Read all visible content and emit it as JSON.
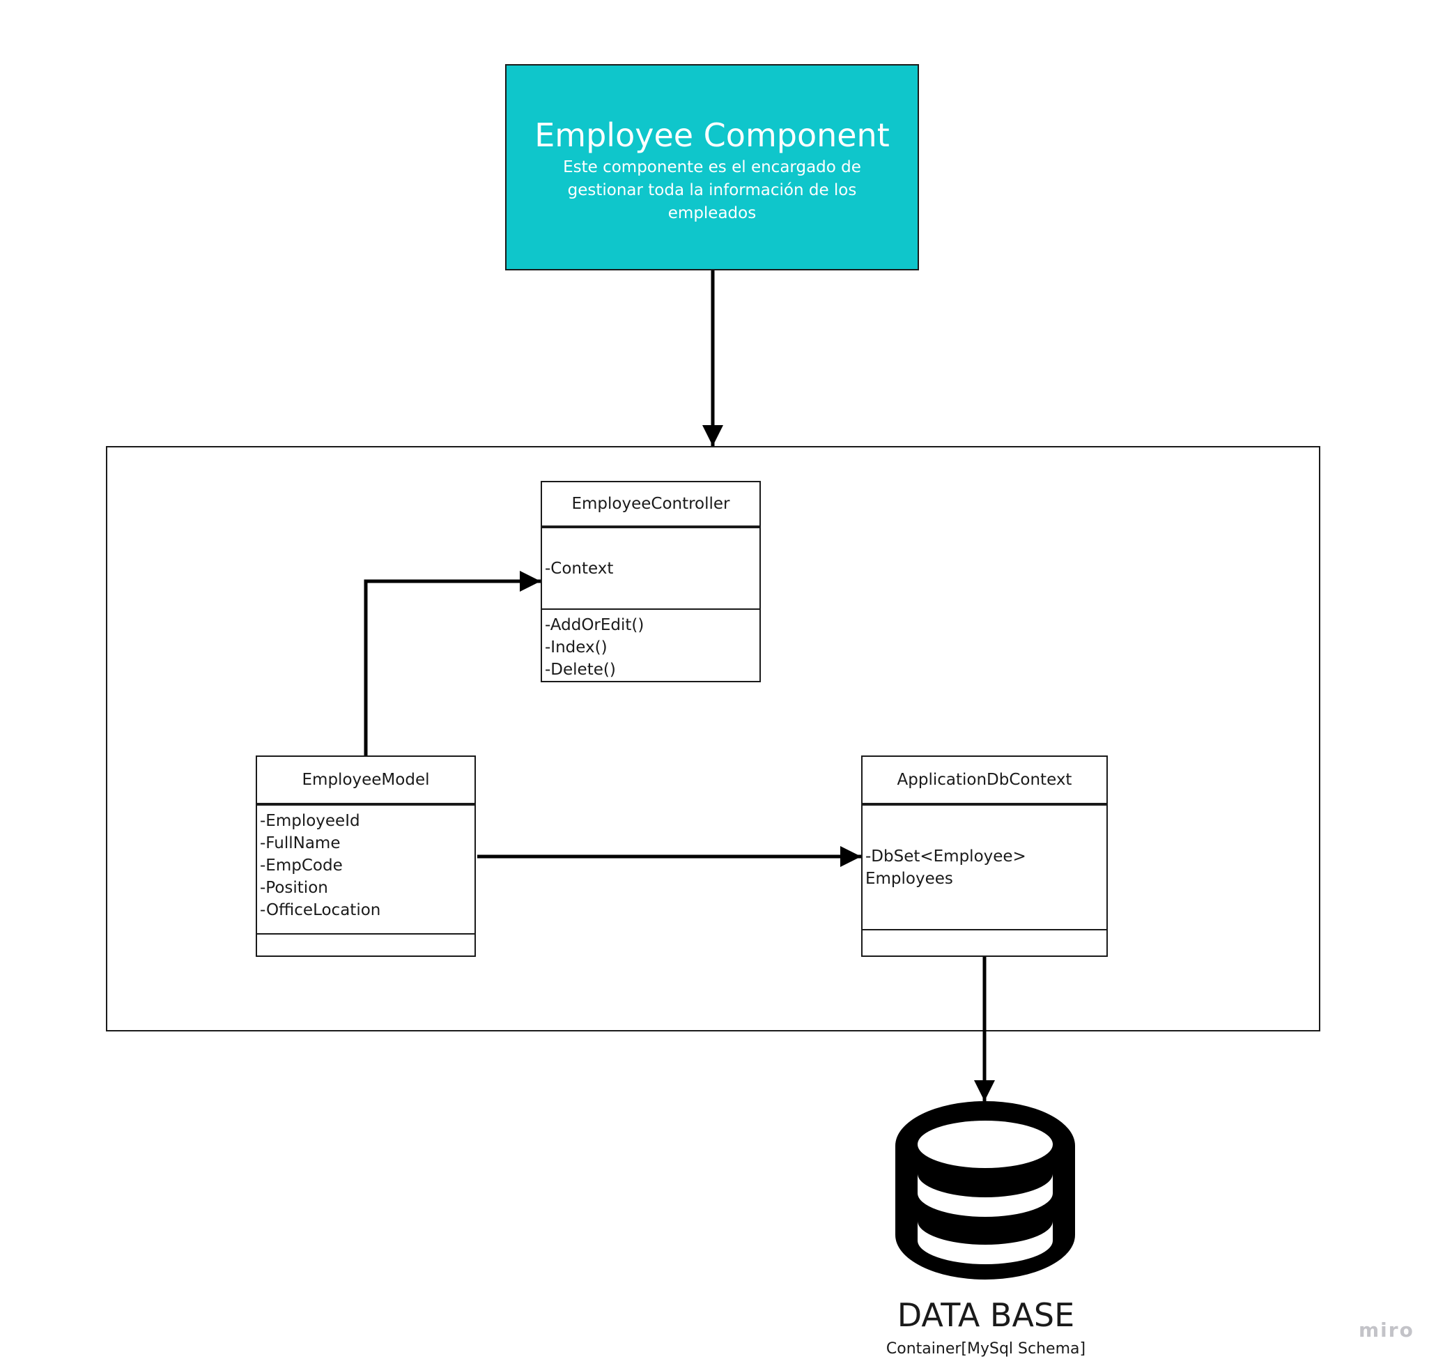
{
  "component": {
    "title": "Employee Component",
    "description_lines": [
      "Este componente es el encargado de",
      "gestionar toda la información de los",
      "empleados"
    ],
    "fill_color": "#0fc6cb"
  },
  "classes": {
    "controller": {
      "name": "EmployeeController",
      "attributes": [
        "-Context"
      ],
      "operations": [
        "-AddOrEdit()",
        "-Index()",
        "-Delete()"
      ]
    },
    "model": {
      "name": "EmployeeModel",
      "attributes": [
        "-EmployeeId",
        "-FullName",
        "-EmpCode",
        "-Position",
        "-OfficeLocation"
      ],
      "operations": []
    },
    "db_context": {
      "name": "ApplicationDbContext",
      "attributes": [
        "-DbSet<Employee> Employees"
      ],
      "operations": []
    }
  },
  "database": {
    "icon": "database-icon",
    "title": "DATA BASE",
    "subtitle": "Container[MySql Schema]"
  },
  "watermark": "miro"
}
